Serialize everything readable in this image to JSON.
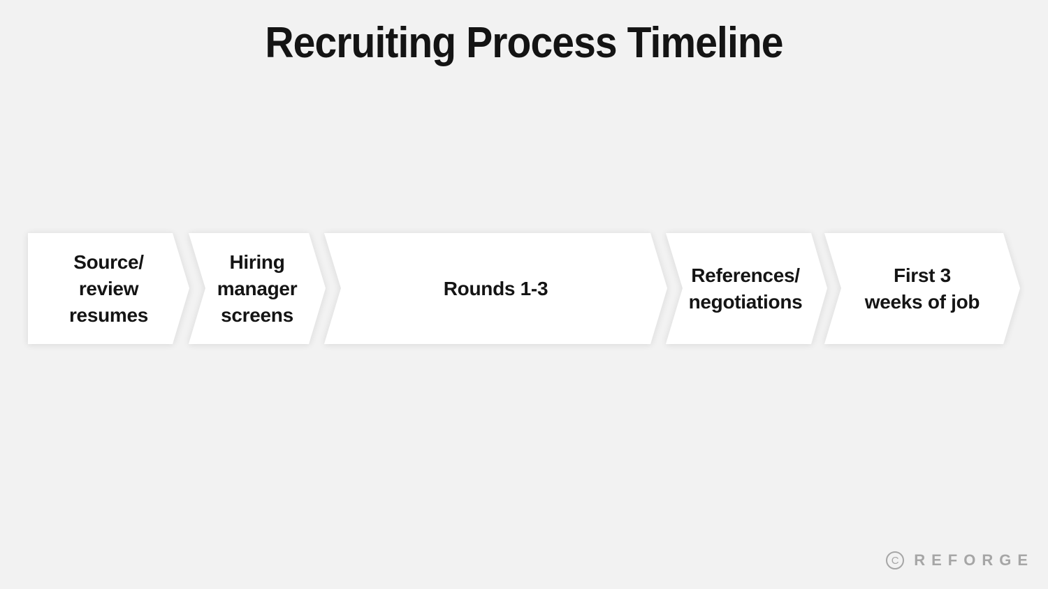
{
  "title": "Recruiting Process Timeline",
  "steps": [
    {
      "label": "Source/\nreview\nresumes"
    },
    {
      "label": "Hiring\nmanager\nscreens"
    },
    {
      "label": "Rounds 1-3"
    },
    {
      "label": "References/\nnegotiations"
    },
    {
      "label": "First 3\nweeks of job"
    }
  ],
  "footer": {
    "copyright_symbol": "C",
    "brand": "REFORGE"
  },
  "colors": {
    "background": "#f2f2f2",
    "chevron_fill": "#ffffff",
    "text": "#141414",
    "brand": "#a6a6a6"
  }
}
